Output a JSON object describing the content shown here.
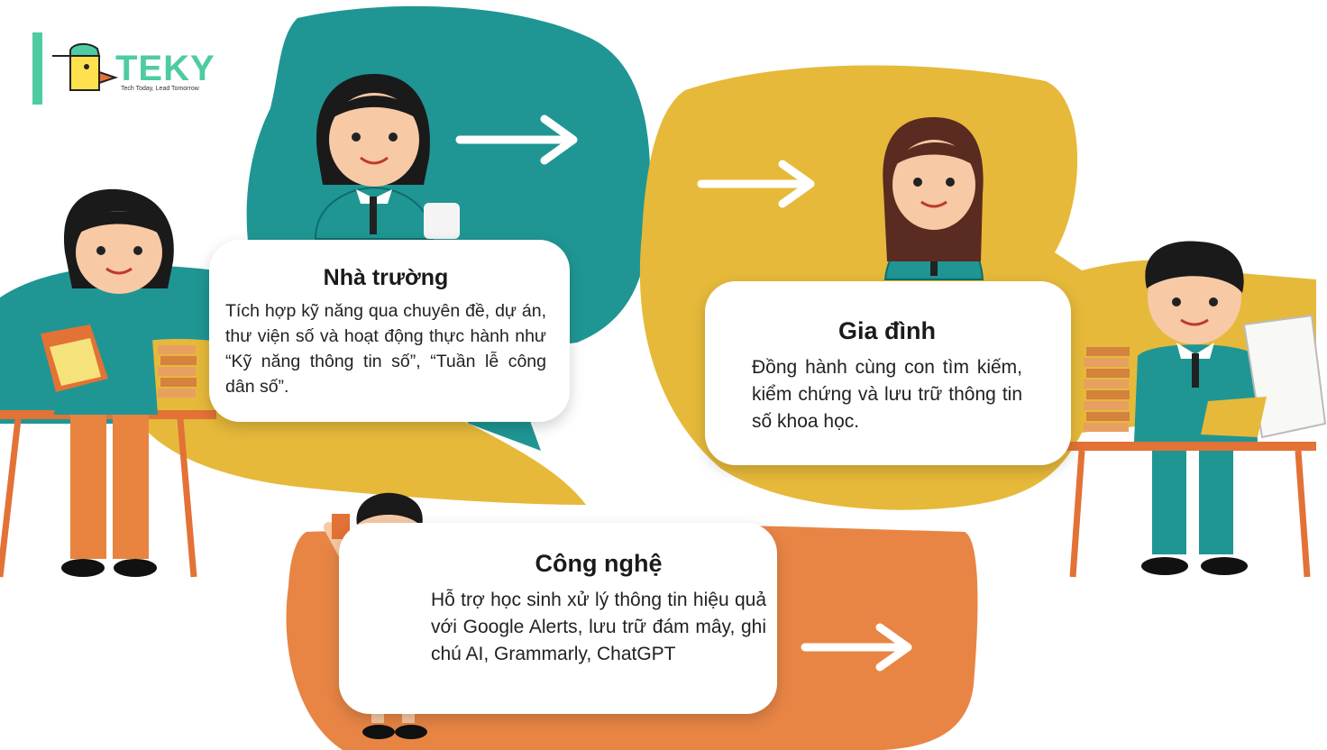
{
  "logo": {
    "wordmark": "TEKY",
    "tagline": "Tech Today, Lead Tomorrow"
  },
  "sections": {
    "school": {
      "title": "Nhà trường",
      "text": "Tích hợp kỹ năng qua chuyên đề, dự án, thư viện số và hoạt động thực hành như “Kỹ năng thông tin số”, “Tuần lễ công dân số”."
    },
    "family": {
      "title": "Gia đình",
      "text": "Đồng hành cùng con tìm kiếm, kiểm chứng và lưu trữ thông tin số khoa học."
    },
    "technology": {
      "title": "Công nghệ",
      "text": "Hỗ trợ học sinh xử lý thông tin hiệu quả với Google Alerts, lưu trữ đám mây, ghi chú AI, Grammarly, ChatGPT"
    }
  },
  "colors": {
    "teal": "#1f9693",
    "mustard": "#e6b93a",
    "orange": "#e88545",
    "logo_green": "#4ecba3",
    "logo_yellow": "#ffe14d"
  },
  "icons": [
    "arrow-right-icon",
    "student-illustration"
  ]
}
